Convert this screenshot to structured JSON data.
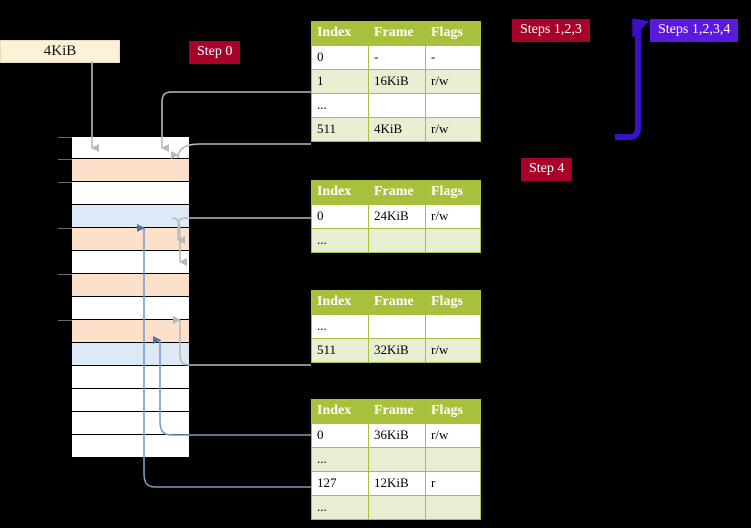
{
  "diagram": {
    "title": "page-table-walk",
    "background_color": "#000000"
  },
  "labels": {
    "step0": "Step 0",
    "step4": "Step 4",
    "steps123": "Steps 1,2,3",
    "steps1234": "Steps 1,2,3,4",
    "callout_4kib": "4KiB"
  },
  "colors": {
    "pill_red": "#a8022a",
    "pill_blue": "#5b18e0",
    "table_header": "#a8c13c",
    "table_row_alt": "#e8eed2",
    "highlight": "#f6f6aa",
    "callout_bg": "#fdf1d8",
    "mem_orange": "#fce0ca",
    "mem_blue": "#dce9f7",
    "wire_gray": "#b9b9b9",
    "wire_blue": "#7a9cc6",
    "arrow_purple": "#3a11c8"
  },
  "tables": [
    {
      "name": "pml4-table",
      "headers": [
        "Index",
        "Frame",
        "Flags"
      ],
      "rows": [
        {
          "cells": [
            "0",
            "-",
            "-"
          ],
          "shade": "odd",
          "highlight": false
        },
        {
          "cells": [
            "1",
            "16KiB",
            "r/w"
          ],
          "shade": "even",
          "highlight": false
        },
        {
          "cells": [
            "...",
            "",
            ""
          ],
          "shade": "odd",
          "highlight": false
        },
        {
          "cells": [
            "511",
            "4KiB",
            "r/w"
          ],
          "shade": "even",
          "highlight": true
        }
      ]
    },
    {
      "name": "pdpt-table",
      "headers": [
        "Index",
        "Frame",
        "Flags"
      ],
      "rows": [
        {
          "cells": [
            "0",
            "24KiB",
            "r/w"
          ],
          "shade": "odd",
          "highlight": false
        },
        {
          "cells": [
            "...",
            "",
            ""
          ],
          "shade": "even",
          "highlight": false
        }
      ]
    },
    {
      "name": "pd-table",
      "headers": [
        "Index",
        "Frame",
        "Flags"
      ],
      "rows": [
        {
          "cells": [
            "...",
            "",
            ""
          ],
          "shade": "odd",
          "highlight": false
        },
        {
          "cells": [
            "511",
            "32KiB",
            "r/w"
          ],
          "shade": "even",
          "highlight": false
        }
      ]
    },
    {
      "name": "pt-table",
      "headers": [
        "Index",
        "Frame",
        "Flags"
      ],
      "rows": [
        {
          "cells": [
            "0",
            "36KiB",
            "r/w"
          ],
          "shade": "odd",
          "highlight": false
        },
        {
          "cells": [
            "...",
            "",
            ""
          ],
          "shade": "even",
          "highlight": false
        },
        {
          "cells": [
            "127",
            "12KiB",
            "r"
          ],
          "shade": "odd",
          "highlight": false
        },
        {
          "cells": [
            "...",
            "",
            ""
          ],
          "shade": "even",
          "highlight": false
        }
      ]
    }
  ],
  "memory_column": {
    "name": "physical-memory-frames",
    "rows": [
      {
        "fill": "white",
        "tick": true
      },
      {
        "fill": "orange",
        "tick": true
      },
      {
        "fill": "white",
        "tick": true
      },
      {
        "fill": "blue",
        "tick": false
      },
      {
        "fill": "orange",
        "tick": true
      },
      {
        "fill": "white",
        "tick": false
      },
      {
        "fill": "orange",
        "tick": true
      },
      {
        "fill": "white",
        "tick": false
      },
      {
        "fill": "orange",
        "tick": true
      },
      {
        "fill": "blue",
        "tick": false
      },
      {
        "fill": "white",
        "tick": false
      },
      {
        "fill": "white",
        "tick": false
      },
      {
        "fill": "white",
        "tick": false
      },
      {
        "fill": "white",
        "tick": false
      }
    ]
  }
}
